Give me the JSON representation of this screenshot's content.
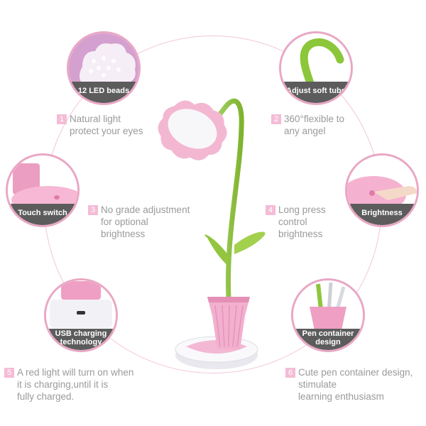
{
  "bubbles": {
    "led": "12 LED beads",
    "tube": "Adjust soft tube",
    "touch": "Touch switch",
    "brightness": "Brightness",
    "usb": "USB charging technology",
    "pen": "Pen container design"
  },
  "features": [
    {
      "num": "1",
      "lines": [
        "Natural light",
        "protect your eyes"
      ]
    },
    {
      "num": "2",
      "lines": [
        "360°flexible to",
        "any angel"
      ]
    },
    {
      "num": "3",
      "lines": [
        "No grade adjustment",
        "for optional",
        "brightness"
      ]
    },
    {
      "num": "4",
      "lines": [
        "Long press",
        "control",
        "brightness"
      ]
    },
    {
      "num": "5",
      "lines": [
        "A red light will turn on when",
        "it is charging,until it is",
        "fully charged."
      ]
    },
    {
      "num": "6",
      "lines": [
        "Cute pen container design,",
        "stimulate",
        "learning enthusiasm"
      ]
    }
  ],
  "colors": {
    "pink": "#e9a7c4",
    "green": "#93c53f",
    "label_bg": "#5c5c5c"
  }
}
